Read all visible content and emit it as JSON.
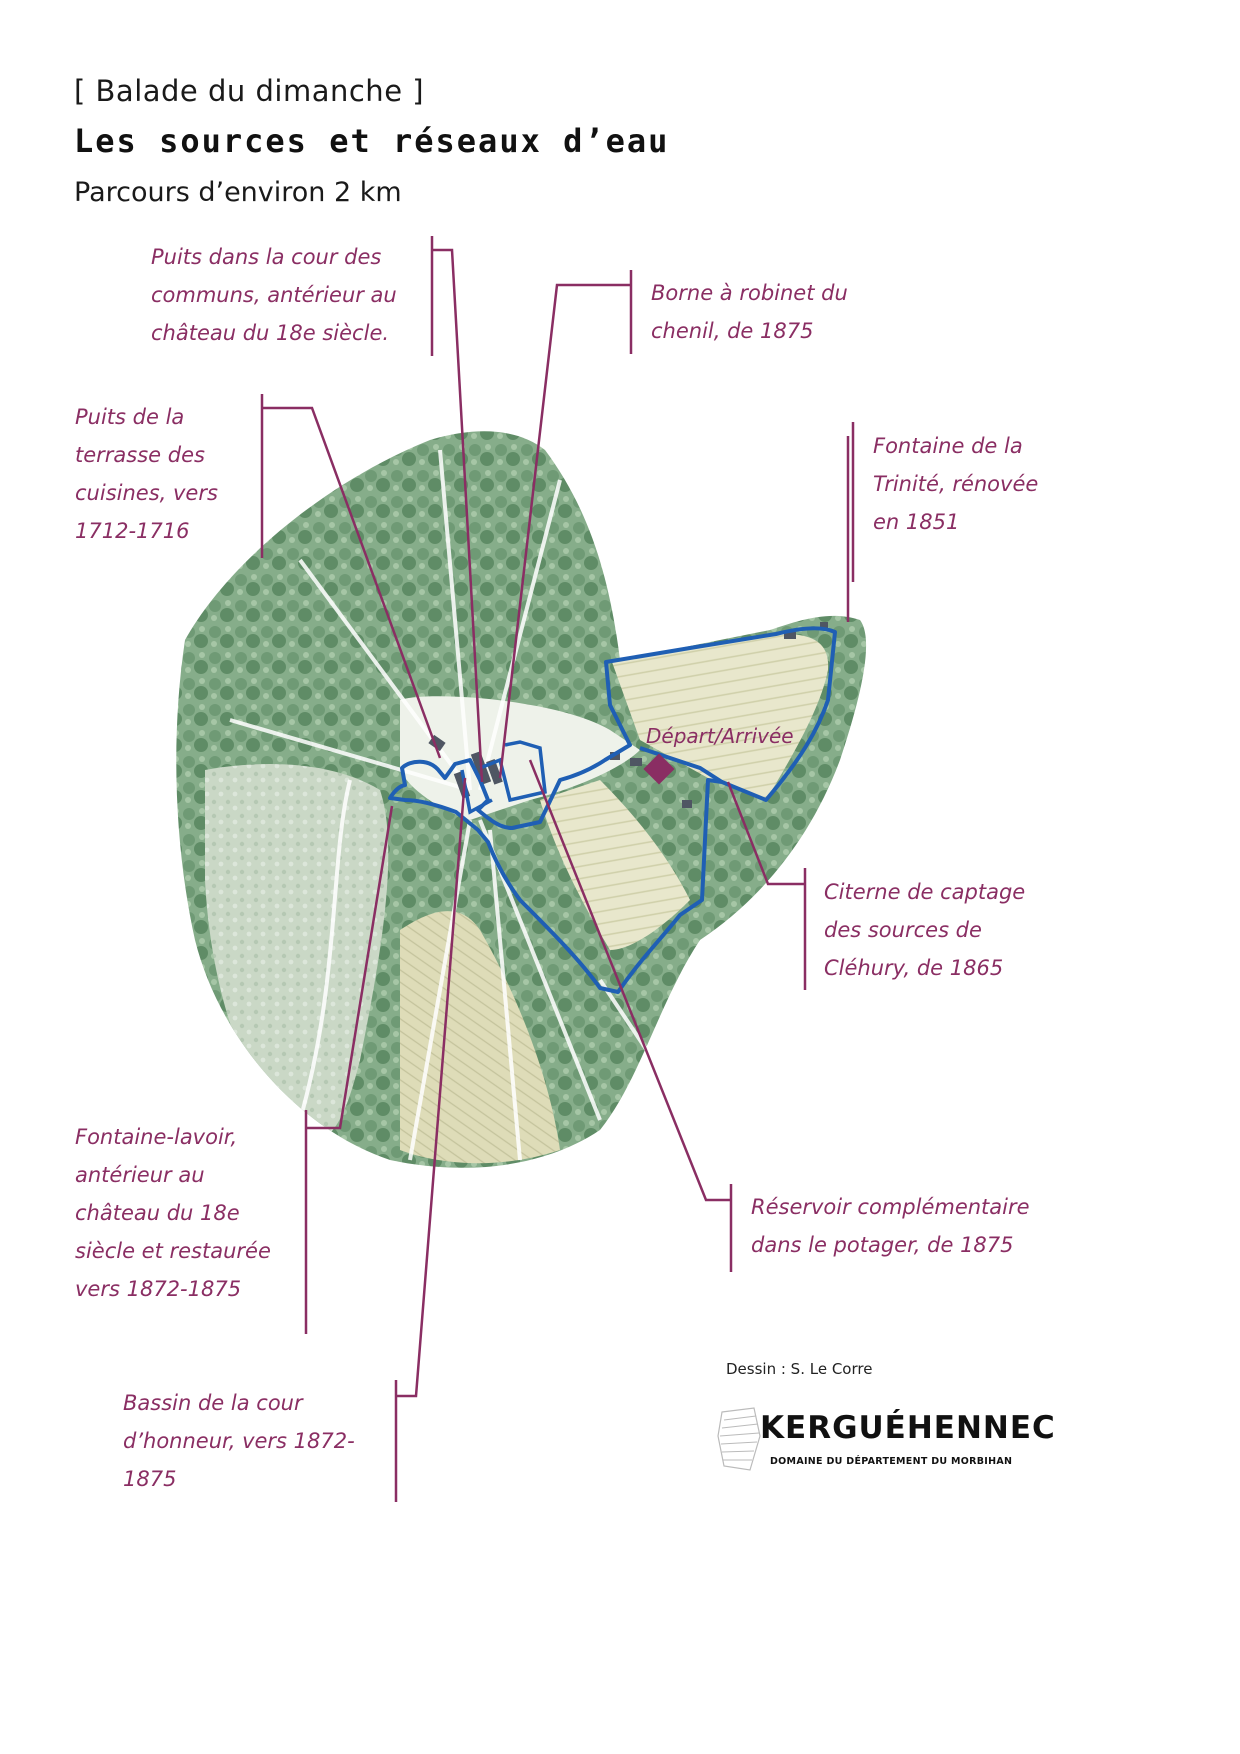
{
  "header": {
    "kicker": "[ Balade du dimanche ]",
    "title": "Les sources et réseaux d’eau",
    "subtitle": "Parcours d’environ 2 km"
  },
  "map": {
    "start_label": "Départ/Arrivée",
    "colors": {
      "accent": "#8a2e63",
      "route": "#1f5fb4",
      "forest": "#7fa784",
      "field": "#e6e6c8",
      "pond": "#c9d8c4"
    },
    "annotations": [
      {
        "id": "puits-communs",
        "text": "Puits dans la cour des communs, antérieur au château du 18e siècle."
      },
      {
        "id": "borne-chenil",
        "text": "Borne à robinet du chenil, de 1875"
      },
      {
        "id": "puits-terrasse",
        "text": "Puits de la terrasse des cuisines, vers 1712-1716"
      },
      {
        "id": "fontaine-trinite",
        "text": "Fontaine de la Trinité, rénovée en 1851"
      },
      {
        "id": "citerne-clehury",
        "text": "Citerne de captage des sources de Cléhury, de 1865"
      },
      {
        "id": "reservoir-potager",
        "text": "Réservoir complémentaire dans le potager, de 1875"
      },
      {
        "id": "fontaine-lavoir",
        "text": "Fontaine-lavoir, antérieur au château du 18e siècle et restaurée vers 1872-1875"
      },
      {
        "id": "bassin-honneur",
        "text": "Bassin de la cour d’honneur, vers 1872-1875"
      }
    ]
  },
  "footer": {
    "credit": "Dessin : S. Le Corre",
    "logo_word": "KERGUÉHENNEC",
    "logo_sub": "Domaine du département du Morbihan"
  }
}
